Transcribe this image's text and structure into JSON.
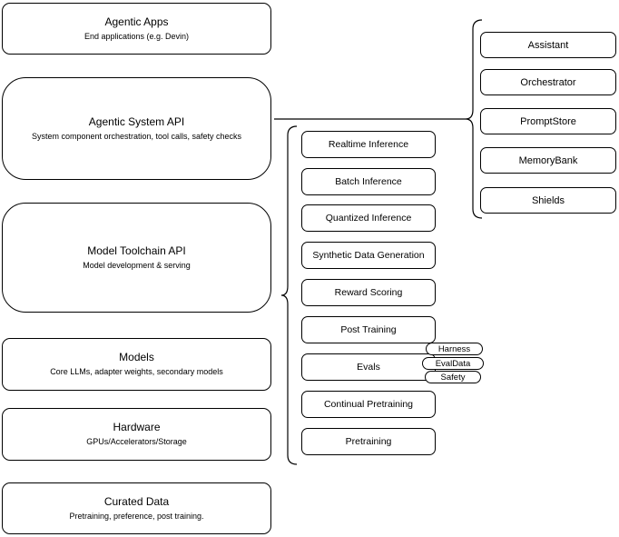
{
  "diagram": {
    "left_stack": [
      {
        "title": "Agentic Apps",
        "subtitle": "End applications (e.g. Devin)"
      },
      {
        "title": "Agentic System API",
        "subtitle": "System component orchestration, tool calls, safety checks"
      },
      {
        "title": "Model Toolchain API",
        "subtitle": "Model development & serving"
      },
      {
        "title": "Models",
        "subtitle": "Core LLMs, adapter weights, secondary models"
      },
      {
        "title": "Hardware",
        "subtitle": "GPUs/Accelerators/Storage"
      },
      {
        "title": "Curated Data",
        "subtitle": "Pretraining, preference, post training."
      }
    ],
    "toolchain_items": [
      "Realtime Inference",
      "Batch Inference",
      "Quantized Inference",
      "Synthetic Data Generation",
      "Reward Scoring",
      "Post Training",
      "Evals",
      "Continual Pretraining",
      "Pretraining"
    ],
    "evals_tags": [
      "Harness",
      "EvalData",
      "Safety"
    ],
    "system_components": [
      "Assistant",
      "Orchestrator",
      "PromptStore",
      "MemoryBank",
      "Shields"
    ],
    "colors": {
      "border": "#000000",
      "background": "#ffffff",
      "text": "#000000"
    }
  }
}
